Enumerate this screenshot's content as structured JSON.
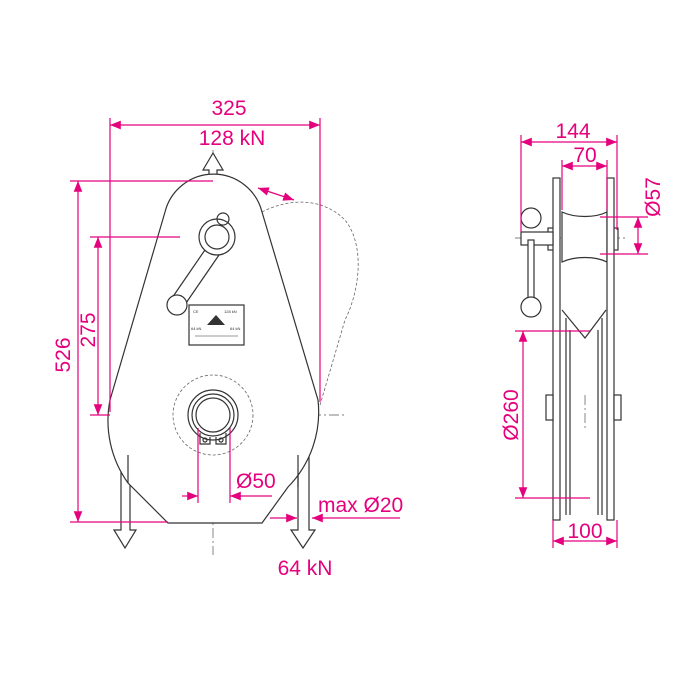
{
  "colors": {
    "dimension": "#e5007d",
    "outline": "#333333"
  },
  "front_view": {
    "width_dim": "325",
    "top_load": "128 kN",
    "height_dim": "526",
    "axis_dim": "275",
    "shaft_dim": "Ø50",
    "rope_dim": "max Ø20",
    "leg_load": "64 kN",
    "plate": {
      "mark": "CE",
      "top": "128 kN",
      "left": "64 kN",
      "right": "64 kN"
    }
  },
  "side_view": {
    "overall_dim": "144",
    "spool_dim": "70",
    "spool_dia": "Ø57",
    "sheave_dia": "Ø260",
    "sheave_width": "100"
  }
}
